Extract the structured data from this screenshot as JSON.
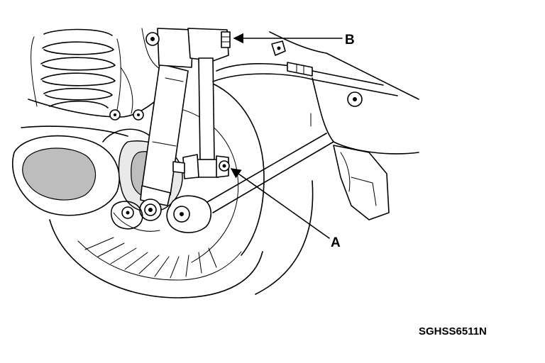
{
  "callouts": {
    "a": {
      "label": "A"
    },
    "b": {
      "label": "B"
    }
  },
  "figure_code": "SGHSS6511N",
  "icons": {
    "arrow": "arrowhead-icon",
    "nut": "hex-nut-icon",
    "bolt": "bolt-icon"
  },
  "colors": {
    "line": "#000000",
    "background": "#ffffff"
  }
}
